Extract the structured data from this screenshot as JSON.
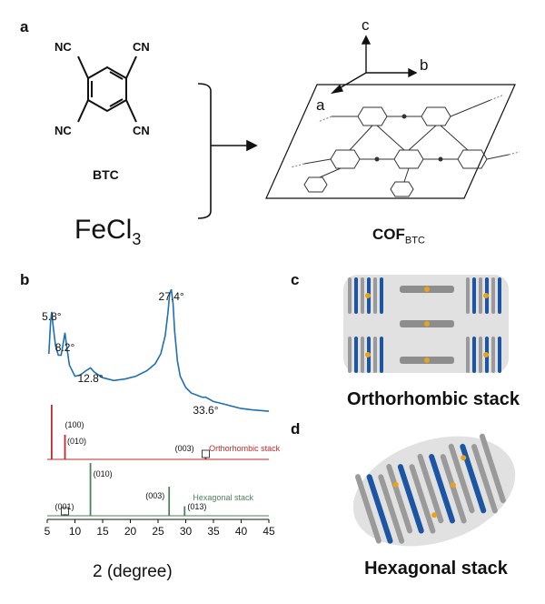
{
  "panels": {
    "a": "a",
    "b": "b",
    "c": "c",
    "d": "d"
  },
  "scheme": {
    "monomer_name": "BTC",
    "cn_group": "CN",
    "nc_group": "NC",
    "metal_salt": "FeCl",
    "metal_salt_sub": "3",
    "product_name": "COF",
    "product_sub": "BTC",
    "axis_a": "a",
    "axis_b": "b",
    "axis_c": "c"
  },
  "stacks": {
    "orthorhombic_caption": "Orthorhombic stack",
    "hexagonal_caption": "Hexagonal stack"
  },
  "chart_data": {
    "type": "line",
    "xlabel": "2 (degree)",
    "xlim": [
      5,
      45
    ],
    "xticks": [
      5,
      10,
      15,
      20,
      25,
      30,
      35,
      40,
      45
    ],
    "series": [
      {
        "name": "",
        "role": "experimental",
        "color": "#1f6fb5",
        "x": [
          5.3,
          5.6,
          5.8,
          6.0,
          6.5,
          7.0,
          7.5,
          7.9,
          8.2,
          8.5,
          9.0,
          10.0,
          11.0,
          12.0,
          12.8,
          13.5,
          15.0,
          17.0,
          19.0,
          21.0,
          23.0,
          24.5,
          25.5,
          26.3,
          26.8,
          27.1,
          27.4,
          27.7,
          28.0,
          28.5,
          29.0,
          30.0,
          31.0,
          33.0,
          33.6,
          35.0,
          37.0,
          40.0,
          42.0,
          45.0
        ],
        "y": [
          0.5,
          0.73,
          0.8,
          0.72,
          0.56,
          0.49,
          0.49,
          0.58,
          0.65,
          0.56,
          0.42,
          0.34,
          0.35,
          0.38,
          0.4,
          0.37,
          0.33,
          0.31,
          0.32,
          0.34,
          0.38,
          0.43,
          0.5,
          0.63,
          0.8,
          0.93,
          0.96,
          0.86,
          0.66,
          0.45,
          0.34,
          0.26,
          0.22,
          0.19,
          0.19,
          0.16,
          0.14,
          0.11,
          0.1,
          0.09
        ]
      },
      {
        "name": "Orthorhombic stack",
        "role": "simulated",
        "color": "#c0282e",
        "peaks": [
          [
            5.8,
            1.0
          ],
          [
            8.2,
            0.45
          ],
          [
            33.6,
            0.04
          ]
        ]
      },
      {
        "name": "Hexagonal stack",
        "role": "simulated",
        "color": "#4e8060",
        "peaks": [
          [
            8.2,
            0.03
          ],
          [
            12.8,
            1.0
          ],
          [
            27.0,
            0.55
          ],
          [
            29.8,
            0.18
          ]
        ]
      }
    ],
    "annotations": {
      "peaks": [
        "5.8°",
        "8.2°",
        "12.8°",
        "27.4°",
        "33.6°"
      ],
      "ortho_hkl": [
        "(100)",
        "(010)",
        "(003)"
      ],
      "hex_hkl": [
        "(001)",
        "(010)",
        "(003)",
        "(013)"
      ]
    }
  }
}
